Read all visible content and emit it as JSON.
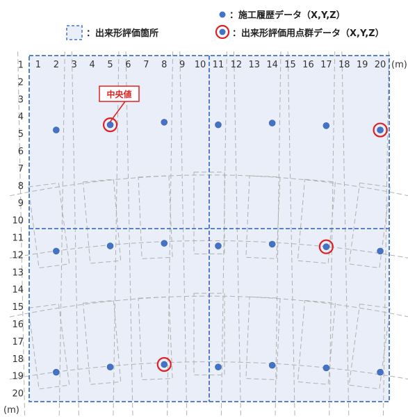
{
  "legend": {
    "construction_history": "：施工履歴データ（X,Y,Z）",
    "evaluation_area": "：出来形評価箇所",
    "evaluation_points": "：出来形評価用点群データ（X,Y,Z）"
  },
  "axes": {
    "x_ticks": [
      "1",
      "2",
      "3",
      "4",
      "5",
      "6",
      "7",
      "8",
      "9",
      "10",
      "11",
      "12",
      "13",
      "14",
      "15",
      "16",
      "17",
      "18",
      "19",
      "20"
    ],
    "x_unit": "(m)",
    "y_ticks": [
      "1",
      "2",
      "3",
      "4",
      "5",
      "6",
      "7",
      "8",
      "9",
      "10",
      "11",
      "12",
      "13",
      "14",
      "15",
      "16",
      "17",
      "18",
      "19",
      "20"
    ],
    "y_unit": "(m)"
  },
  "callout": {
    "label": "中央値"
  },
  "colors": {
    "marker": "#4472c4",
    "highlight": "#e02020",
    "area_fill": "#e9eef8",
    "area_border": "#4472c4",
    "trace": "#b0b0b0"
  },
  "chart_data": {
    "type": "scatter",
    "xlabel": "(m)",
    "ylabel": "(m)",
    "xlim": [
      0.5,
      20.5
    ],
    "ylim": [
      0.5,
      20.5
    ],
    "y_inverted": true,
    "evaluation_areas": [
      {
        "x": [
          0.5,
          10.5
        ],
        "y": [
          0.5,
          10.5
        ]
      },
      {
        "x": [
          10.5,
          20.5
        ],
        "y": [
          0.5,
          10.5
        ]
      },
      {
        "x": [
          0.5,
          10.5
        ],
        "y": [
          10.5,
          20.5
        ]
      },
      {
        "x": [
          10.5,
          20.5
        ],
        "y": [
          10.5,
          20.5
        ]
      }
    ],
    "points": [
      {
        "x": 2.0,
        "y": 4.8,
        "median": false
      },
      {
        "x": 5.0,
        "y": 4.5,
        "median": true
      },
      {
        "x": 8.0,
        "y": 4.35,
        "median": false
      },
      {
        "x": 11.0,
        "y": 4.5,
        "median": false
      },
      {
        "x": 14.0,
        "y": 4.4,
        "median": false
      },
      {
        "x": 17.0,
        "y": 4.55,
        "median": false
      },
      {
        "x": 20.0,
        "y": 4.8,
        "median": true
      },
      {
        "x": 2.0,
        "y": 11.8,
        "median": false
      },
      {
        "x": 5.0,
        "y": 11.5,
        "median": false
      },
      {
        "x": 8.0,
        "y": 11.35,
        "median": false
      },
      {
        "x": 11.0,
        "y": 11.5,
        "median": false
      },
      {
        "x": 14.0,
        "y": 11.4,
        "median": false
      },
      {
        "x": 17.0,
        "y": 11.55,
        "median": true
      },
      {
        "x": 20.0,
        "y": 11.8,
        "median": false
      },
      {
        "x": 2.0,
        "y": 18.8,
        "median": false
      },
      {
        "x": 5.0,
        "y": 18.5,
        "median": false
      },
      {
        "x": 8.0,
        "y": 18.35,
        "median": true
      },
      {
        "x": 11.0,
        "y": 18.5,
        "median": false
      },
      {
        "x": 14.0,
        "y": 18.4,
        "median": false
      },
      {
        "x": 17.0,
        "y": 18.55,
        "median": false
      },
      {
        "x": 20.0,
        "y": 18.8,
        "median": false
      }
    ]
  }
}
